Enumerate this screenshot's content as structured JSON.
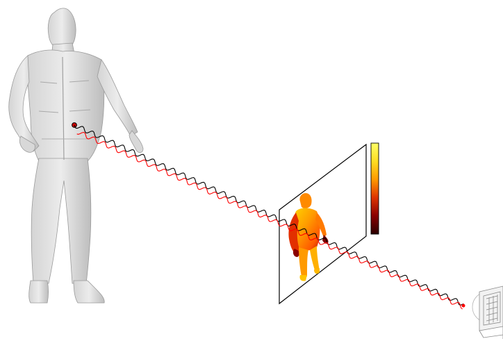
{
  "scene": {
    "subject": "person-scan",
    "projection": "depth-image",
    "sensor": "camera",
    "colors": {
      "background": "#ffffff",
      "mesh_light": "#e6e6e6",
      "mesh_mid": "#c9c9c9",
      "mesh_dark": "#a9a9a9",
      "ray_black": "#000000",
      "ray_red": "#ff0000",
      "plane_stroke": "#000000",
      "depth_colormap": [
        "#ffff66",
        "#ffcc00",
        "#ff8800",
        "#cc2200",
        "#7a0000",
        "#2a0000"
      ]
    }
  }
}
